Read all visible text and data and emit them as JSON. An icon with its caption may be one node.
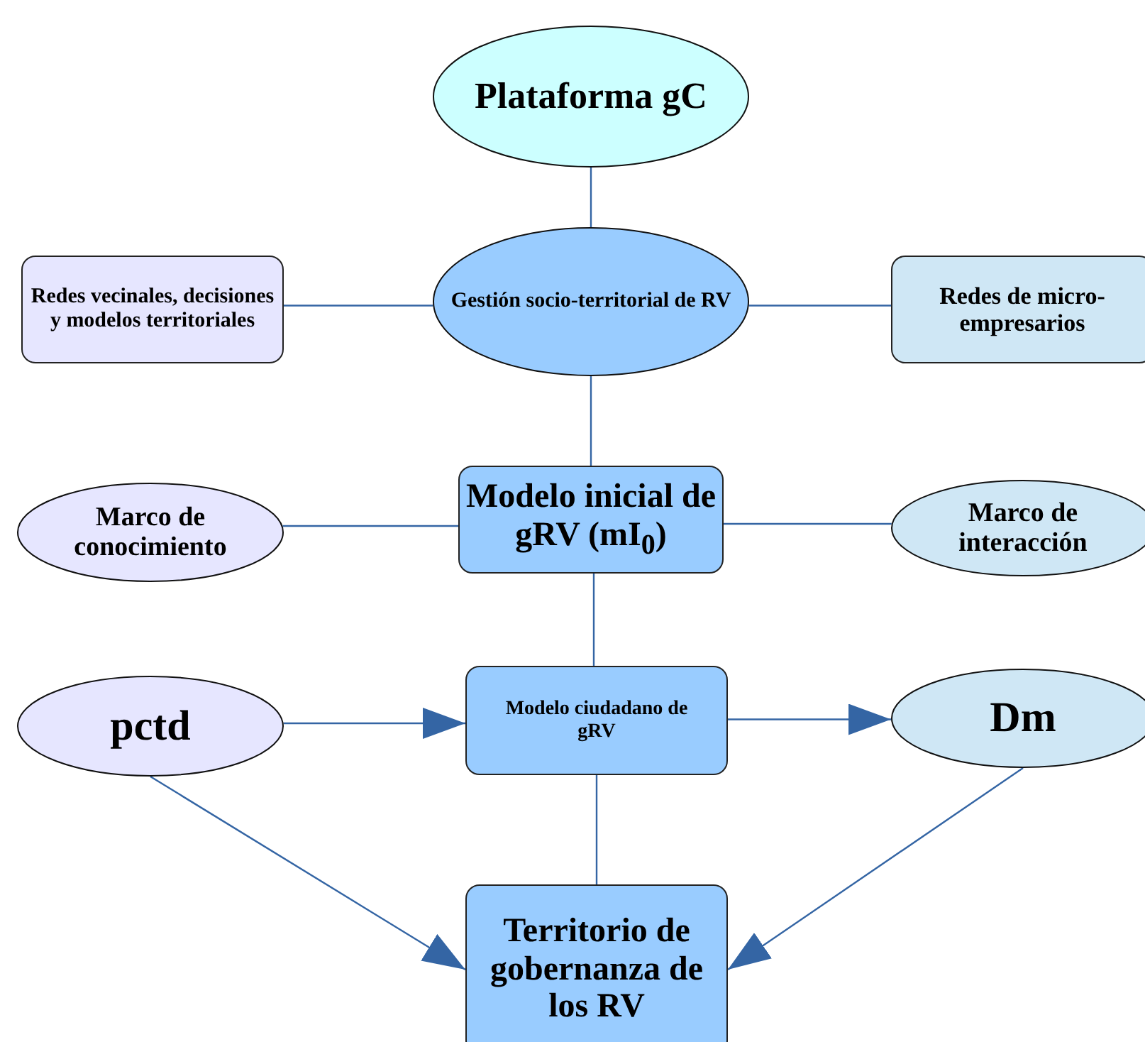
{
  "diagram": {
    "nodes": [
      {
        "text": [
          "Plataforma gC"
        ]
      },
      {
        "text": [
          "Gestión socio-territorial de RV"
        ]
      },
      {
        "text": [
          "Redes vecinales, decisiones y modelos territoriales"
        ]
      },
      {
        "text": [
          "Redes de micro-empresarios"
        ]
      },
      {
        "text": [
          "Marco de conocimiento"
        ]
      },
      {
        "text": [
          "Modelo inicial de gRV (mI$_{0}$)"
        ]
      },
      {
        "text": [
          "Marco de interacción"
        ]
      },
      {
        "text": [
          "pctd"
        ]
      },
      {
        "text": [
          "Modelo ciudadano de gRV"
        ]
      },
      {
        "text": [
          "Dm"
        ]
      },
      {
        "text": [
          "Territorio de gobernanza de los RV"
        ]
      }
    ],
    "edges": [
      {
        "from": 0,
        "to": 1,
        "arrow": "none"
      },
      {
        "from": 2,
        "to": 1,
        "arrow": "none"
      },
      {
        "from": 1,
        "to": 3,
        "arrow": "none"
      },
      {
        "from": 1,
        "to": 5,
        "arrow": "none"
      },
      {
        "from": 4,
        "to": 5,
        "arrow": "none"
      },
      {
        "from": 5,
        "to": 6,
        "arrow": "none"
      },
      {
        "from": 5,
        "to": 8,
        "arrow": "none"
      },
      {
        "from": 7,
        "to": 8,
        "arrow": "to"
      },
      {
        "from": 8,
        "to": 9,
        "arrow": "to"
      },
      {
        "from": 8,
        "to": 10,
        "arrow": "none"
      },
      {
        "from": 7,
        "to": 10,
        "arrow": "to"
      },
      {
        "from": 9,
        "to": 10,
        "arrow": "to"
      }
    ]
  }
}
